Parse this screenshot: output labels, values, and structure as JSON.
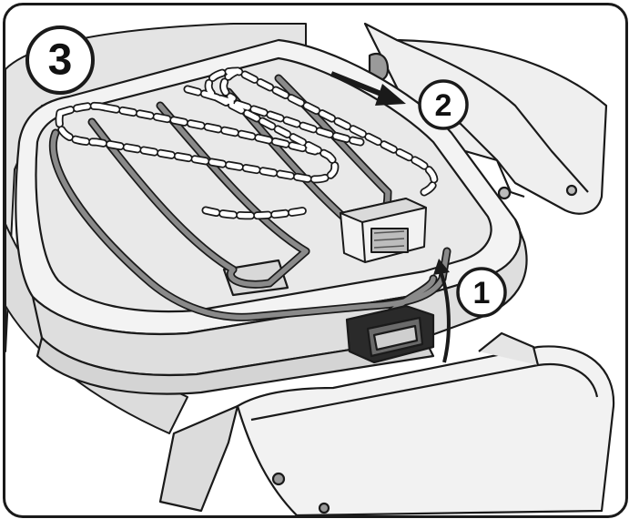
{
  "steps": {
    "panel": "3",
    "callout_1": "1",
    "callout_2": "2"
  },
  "colors": {
    "outline": "#1a1a1a",
    "body_fill": "#ececec",
    "body_light": "#f6f6f6",
    "element_fill": "#8a8a8a",
    "shadow": "#bdbdbd"
  }
}
